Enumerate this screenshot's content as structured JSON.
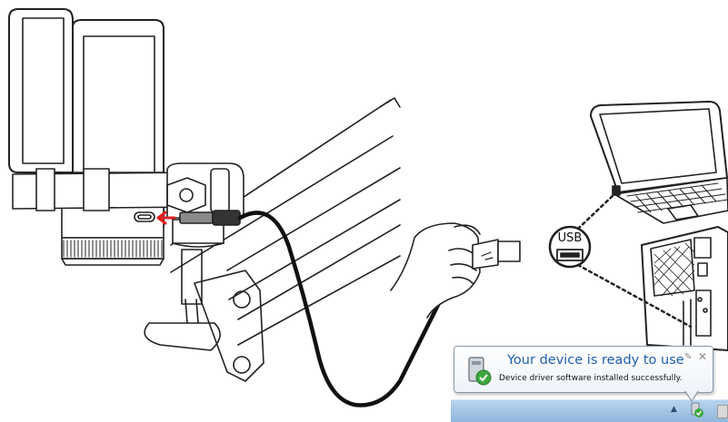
{
  "usb_badge": {
    "label": "USB"
  },
  "notification": {
    "title": "Your device is ready to use",
    "message": "Device driver software installed successfully.",
    "pin_icon": "pin-icon",
    "close_icon": "close-icon"
  },
  "taskbar": {
    "tray_expand_icon": "tray-expand-icon",
    "device_icon": "device-installed-icon"
  },
  "colors": {
    "arrow": "#e02020",
    "title_blue": "#1f5fb0",
    "taskbar": "#a7c7e7"
  }
}
